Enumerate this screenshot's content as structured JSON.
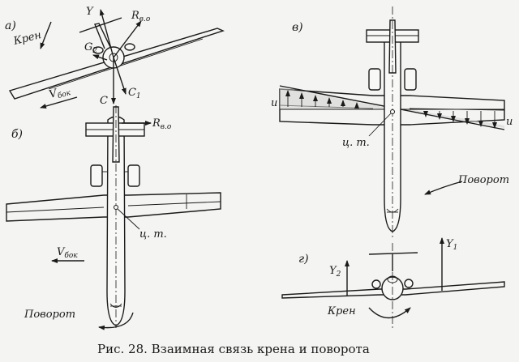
{
  "panels": {
    "a": {
      "letter": "а)",
      "roll": "Крен",
      "y": "Y",
      "r": "R",
      "r_sub": "в.о",
      "g": "G",
      "g_sub": "2",
      "c1": "C",
      "c1_sub": "1",
      "c": "C",
      "side": "V",
      "side_sub": "бок"
    },
    "b": {
      "letter": "б)",
      "r": "R",
      "r_sub": "в.о",
      "cg": "ц. т.",
      "side": "V",
      "side_sub": "бок",
      "yaw": "Поворот"
    },
    "v": {
      "letter": "в)",
      "u_left": "u",
      "u_right": "u",
      "cg": "ц. т.",
      "yaw": "Поворот"
    },
    "g": {
      "letter": "г)",
      "y2": "Y",
      "y2_sub": "2",
      "y1": "Y",
      "y1_sub": "1",
      "roll": "Крен"
    }
  },
  "caption": "Рис. 28. Взаимная связь крена и поворота"
}
